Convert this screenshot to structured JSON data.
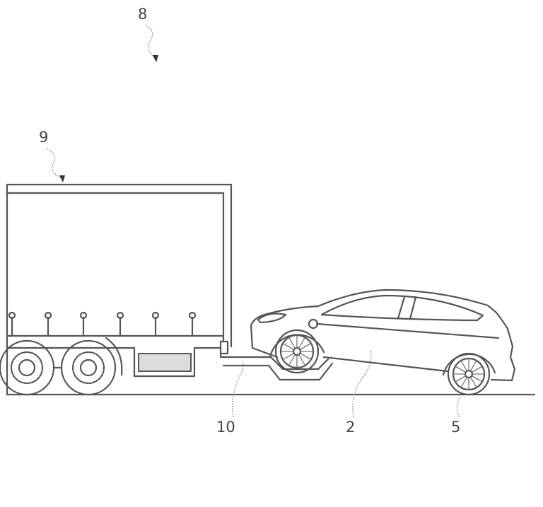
{
  "figure": {
    "reference_labels": {
      "system": "8",
      "truck": "9",
      "hitch": "10",
      "vehicle": "2",
      "wheel": "5"
    },
    "colors": {
      "line": "#555555",
      "background": "#ffffff"
    }
  }
}
